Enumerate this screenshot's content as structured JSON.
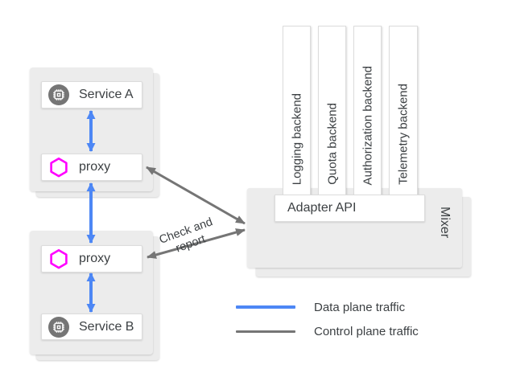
{
  "diagram": {
    "pod_a": {
      "service_label": "Service A",
      "proxy_label": "proxy"
    },
    "pod_b": {
      "service_label": "Service B",
      "proxy_label": "proxy"
    },
    "mixer": {
      "label": "Mixer",
      "adapter_api_label": "Adapter API"
    },
    "backends": [
      {
        "label": "Logging backend"
      },
      {
        "label": "Quota backend"
      },
      {
        "label": "Authorization backend"
      },
      {
        "label": "Telemetry backend"
      }
    ],
    "control_arrow_label": "Check and report",
    "legend": {
      "data_plane": {
        "label": "Data plane traffic",
        "color": "#4d87f5"
      },
      "control_plane": {
        "label": "Control plane traffic",
        "color": "#757575"
      }
    },
    "colors": {
      "data_plane_blue": "#4d87f5",
      "control_plane_gray": "#757575",
      "proxy_hexagon_magenta": "#ff00ff",
      "service_icon_gray": "#757575",
      "card_background": "#ececec"
    },
    "icons": {
      "service": "chip-icon",
      "proxy": "hexagon-icon"
    }
  }
}
